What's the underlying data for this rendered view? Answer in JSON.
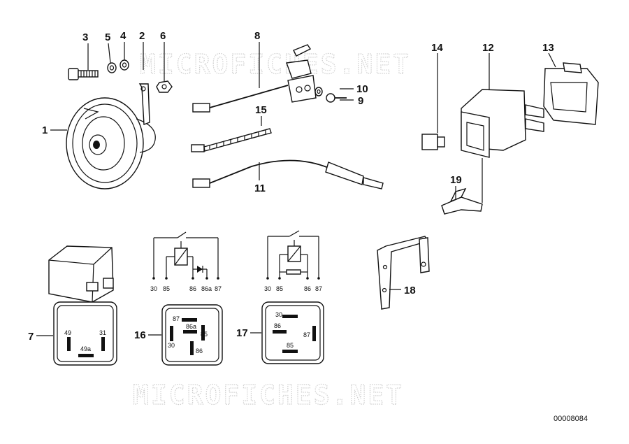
{
  "watermarks": [
    "MICROFICHES.NET",
    "MICROFICHES.NET"
  ],
  "document_number": "00008084",
  "callouts": {
    "c1": "1",
    "c2": "2",
    "c3": "3",
    "c4": "4",
    "c5": "5",
    "c6": "6",
    "c7": "7",
    "c8": "8",
    "c9": "9",
    "c10": "10",
    "c11": "11",
    "c12": "12",
    "c13": "13",
    "c14": "14",
    "c15": "15",
    "c16": "16",
    "c17": "17",
    "c18": "18",
    "c19": "19"
  },
  "relay7_pins": {
    "p49": "49",
    "p31": "31",
    "p49a": "49a"
  },
  "relay16_pins": {
    "p87": "87",
    "p86a": "86a",
    "p85": "85",
    "p30": "30",
    "p86": "86"
  },
  "relay16_terminals": {
    "t30": "30",
    "t85": "85",
    "t86": "86",
    "t86a": "86a",
    "t87": "87"
  },
  "relay17_pins": {
    "p30": "30",
    "p86": "86",
    "p87": "87",
    "p85": "85"
  },
  "relay17_terminals": {
    "t30": "30",
    "t85": "85",
    "t86": "86",
    "t87": "87"
  }
}
